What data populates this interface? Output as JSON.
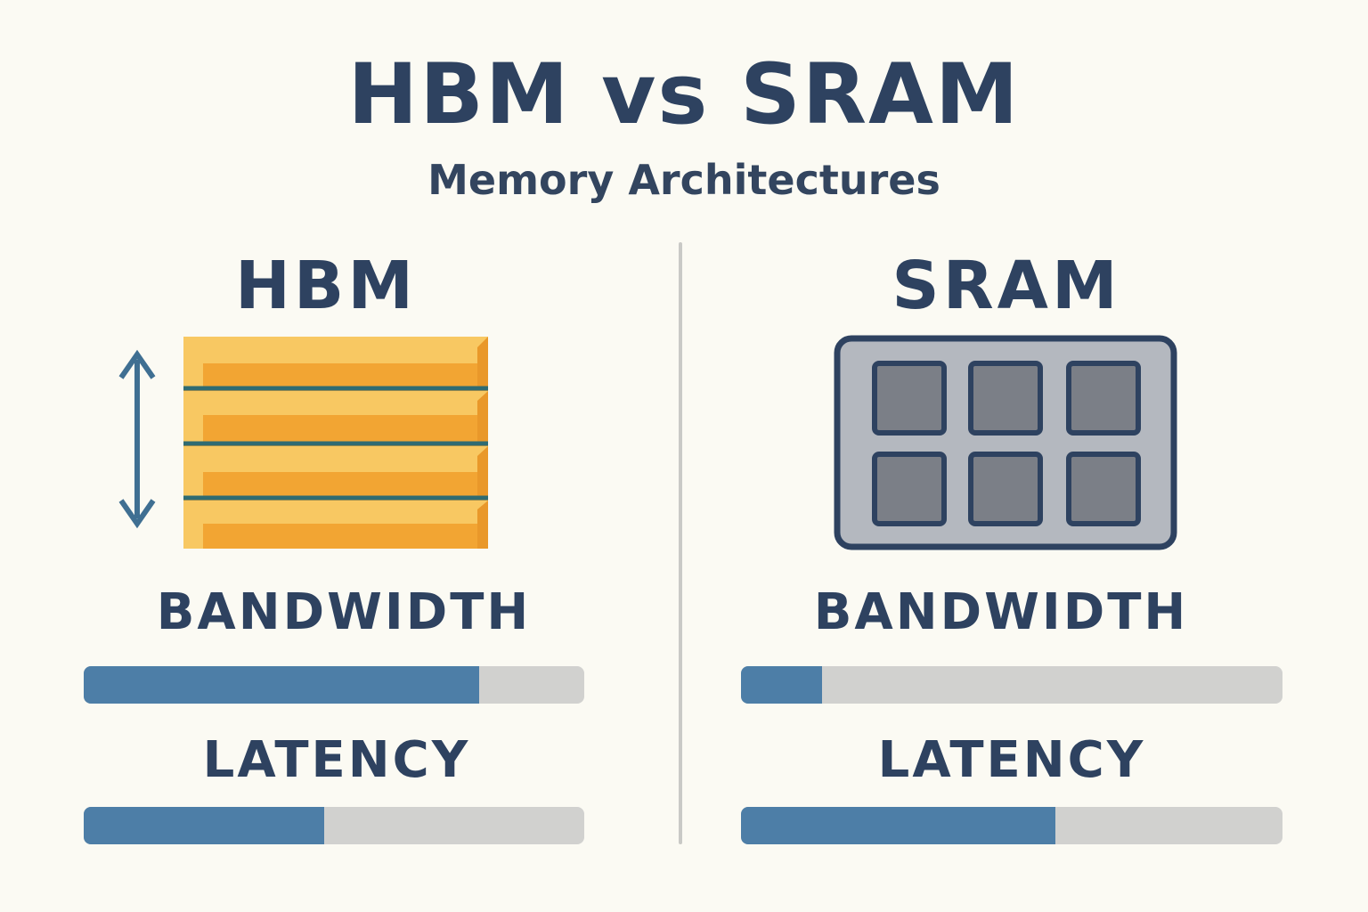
{
  "header": {
    "title": "HBM vs SRAM",
    "subtitle": "Memory Architectures"
  },
  "panels": [
    {
      "id": "hbm",
      "title": "HBM",
      "illustration": "stacked-layers-icon",
      "metrics": [
        {
          "label": "BANDWIDTH",
          "fill": 0.79
        },
        {
          "label": "LATENCY",
          "fill": 0.48
        }
      ]
    },
    {
      "id": "sram",
      "title": "SRAM",
      "illustration": "cell-grid-icon",
      "metrics": [
        {
          "label": "BANDWIDTH",
          "fill": 0.15
        },
        {
          "label": "LATENCY",
          "fill": 0.58
        }
      ]
    }
  ],
  "colors": {
    "background": "#fbfaf3",
    "text": "#2e4260",
    "bar_fill": "#4d7ea7",
    "bar_track": "#d1d1cf",
    "hbm_layer": "#f2a533",
    "hbm_layer_highlight": "#f8c862",
    "hbm_separator": "#2f6b72",
    "sram_chip": "#b4b8bf",
    "sram_cell": "#7b7f87",
    "arrow": "#3f6f92"
  }
}
